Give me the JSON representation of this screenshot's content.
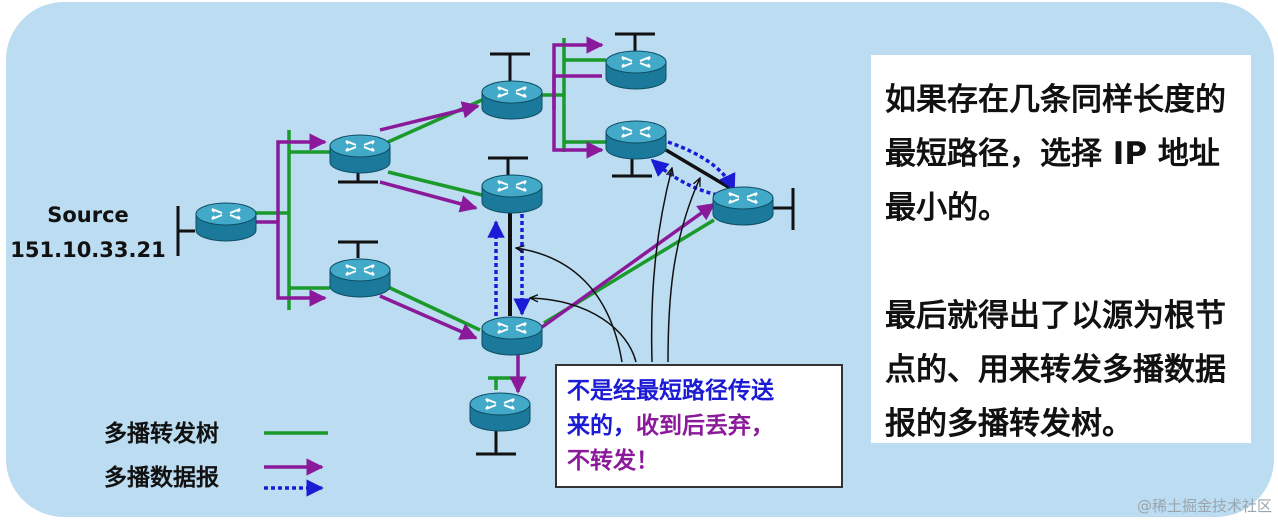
{
  "source": {
    "label": "Source",
    "ip": "151.10.33.21"
  },
  "info": {
    "para1": "如果存在几条同样长度的最短路径，选择 IP 地址最小的。",
    "para2": "最后就得出了以源为根节点的、用来转发多播数据报的多播转发树。"
  },
  "callout": {
    "line1": "不是经最短路径传送",
    "line2a": "来的，",
    "line2b": "收到后丢弃，",
    "line3": "不转发！"
  },
  "legend": {
    "tree_label": "多播转发树",
    "datagram_label": "多播数据报"
  },
  "watermark": "@稀土掘金技术社区",
  "colors": {
    "background": "#bcdcf1",
    "tree": "#1a9a2a",
    "datagram": "#8b1a9a",
    "discarded": "#1b1bd6",
    "router": "#2a93b3"
  }
}
